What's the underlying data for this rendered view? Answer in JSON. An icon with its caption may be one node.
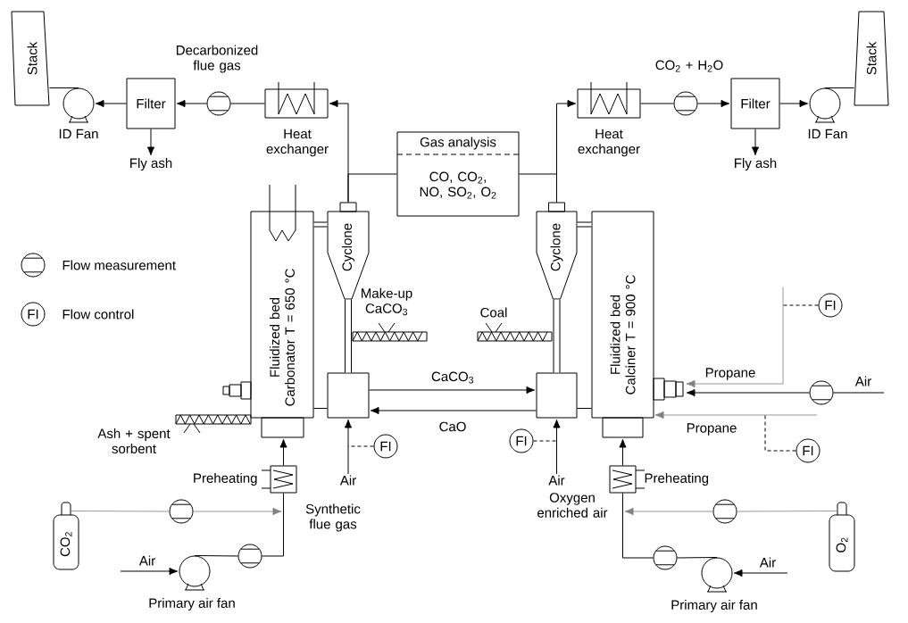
{
  "diagram": {
    "nodes": [
      {
        "text": [
          "Stack"
        ]
      },
      {
        "text": [
          "ID Fan"
        ]
      },
      {
        "text": [
          "Filter"
        ]
      },
      {
        "text": [
          "Fly ash"
        ]
      },
      {
        "text": [],
        "shape": "circle"
      },
      {
        "text": [
          "Heat exchanger"
        ]
      },
      {
        "text": [
          "Gas analysis",
          "CO, CO$_{2}$, NO, SO$_{2}$, O$_{2}$"
        ]
      },
      {
        "text": [
          "Heat exchanger"
        ]
      },
      {
        "text": [],
        "shape": "circle"
      },
      {
        "text": [
          "Filter"
        ]
      },
      {
        "text": [
          "Fly ash"
        ]
      },
      {
        "text": [
          "ID Fan"
        ]
      },
      {
        "text": [
          "Stack"
        ]
      },
      {
        "text": [
          "Fluidized bed Carbonator T = 650 °C"
        ]
      },
      {
        "text": [
          "Cyclone"
        ]
      },
      {
        "text": [],
        "shape": "box"
      },
      {
        "text": [
          "Make-up CaCO$_{3}$"
        ]
      },
      {
        "text": [
          "Coal"
        ]
      },
      {
        "text": [
          "Cyclone"
        ]
      },
      {
        "text": [],
        "shape": "box"
      },
      {
        "text": [
          "Fluidized bed Calciner T = 900 °C"
        ]
      },
      {
        "text": [
          "FI"
        ]
      },
      {
        "text": [],
        "shape": "circle"
      },
      {
        "text": [
          "Ash + spent sorbent"
        ]
      },
      {
        "text": [
          "Air"
        ]
      },
      {
        "text": [
          "FI"
        ]
      },
      {
        "text": [
          "FI"
        ]
      },
      {
        "text": [
          "Air"
        ]
      },
      {
        "text": [
          "FI"
        ]
      },
      {
        "text": [
          "Preheating"
        ]
      },
      {
        "text": [
          "CO$_{2}$"
        ]
      },
      {
        "text": [],
        "shape": "circle"
      },
      {
        "text": [
          "Primary air fan"
        ]
      },
      {
        "text": [],
        "shape": "circle"
      },
      {
        "text": [
          "Preheating"
        ]
      },
      {
        "text": [],
        "shape": "circle"
      },
      {
        "text": [
          "O$_{2}$"
        ]
      },
      {
        "text": [],
        "shape": "circle"
      },
      {
        "text": [
          "Primary air fan"
        ]
      }
    ],
    "edges": [
      {
        "from": 1,
        "to": 0,
        "arrow": "none"
      },
      {
        "from": 2,
        "to": 1,
        "arrow": "to"
      },
      {
        "from": 2,
        "to": 3,
        "arrow": "to"
      },
      {
        "from": 4,
        "to": 2,
        "arrow": "to"
      },
      {
        "from": 5,
        "to": 4,
        "arrow": "none"
      },
      {
        "from": 14,
        "to": 5,
        "arrow": "to"
      },
      {
        "from": 14,
        "to": 6,
        "arrow": "none"
      },
      {
        "from": 18,
        "to": 6,
        "arrow": "none"
      },
      {
        "from": 18,
        "to": 7,
        "arrow": "to"
      },
      {
        "from": 7,
        "to": 8,
        "arrow": "none"
      },
      {
        "from": 8,
        "to": 9,
        "arrow": "to"
      },
      {
        "from": 9,
        "to": 10,
        "arrow": "to"
      },
      {
        "from": 9,
        "to": 11,
        "arrow": "to"
      },
      {
        "from": 11,
        "to": 12,
        "arrow": "none"
      },
      {
        "from": 13,
        "to": 14,
        "arrow": "none",
        "style": "thick"
      },
      {
        "from": 14,
        "to": 15,
        "arrow": "none",
        "style": "thick"
      },
      {
        "from": 15,
        "to": 13,
        "arrow": "none"
      },
      {
        "from": 15,
        "to": 19,
        "arrow": "to",
        "label": "CaCO$_{3}$"
      },
      {
        "from": 19,
        "to": 15,
        "arrow": "to",
        "label": "CaO"
      },
      {
        "from": 20,
        "to": 18,
        "arrow": "none",
        "style": "thick"
      },
      {
        "from": 18,
        "to": 19,
        "arrow": "none",
        "style": "thick"
      },
      {
        "from": 19,
        "to": 20,
        "arrow": "none"
      },
      {
        "from": null,
        "to": 20,
        "arrow": "to",
        "label": "Propane",
        "color": "#808080"
      },
      {
        "from": 21,
        "to": null,
        "arrow": "none",
        "style": "dashed"
      },
      {
        "from": null,
        "to": 22,
        "arrow": "none",
        "label": "Air"
      },
      {
        "from": 22,
        "to": 20,
        "arrow": "to"
      },
      {
        "from": null,
        "to": 20,
        "arrow": "to",
        "label": "Propane",
        "color": "#808080"
      },
      {
        "from": 28,
        "to": null,
        "arrow": "none",
        "style": "dashed"
      },
      {
        "from": 24,
        "to": 15,
        "arrow": "to"
      },
      {
        "from": 25,
        "to": null,
        "arrow": "none",
        "style": "dashed"
      },
      {
        "from": 27,
        "to": 19,
        "arrow": "to"
      },
      {
        "from": 26,
        "to": null,
        "arrow": "none",
        "style": "dashed"
      },
      {
        "from": 29,
        "to": 13,
        "arrow": "to"
      },
      {
        "from": 30,
        "to": 31,
        "arrow": "none",
        "color": "#808080"
      },
      {
        "from": 31,
        "to": null,
        "arrow": "to",
        "color": "#808080"
      },
      {
        "from": null,
        "to": 32,
        "arrow": "to",
        "label": "Air"
      },
      {
        "from": 32,
        "to": 33,
        "arrow": "none"
      },
      {
        "from": 33,
        "to": 29,
        "arrow": "none"
      },
      {
        "from": 34,
        "to": 20,
        "arrow": "to"
      },
      {
        "from": 36,
        "to": 35,
        "arrow": "none",
        "color": "#808080"
      },
      {
        "from": 35,
        "to": null,
        "arrow": "to",
        "color": "#808080"
      },
      {
        "from": null,
        "to": 38,
        "arrow": "to",
        "label": "Air"
      },
      {
        "from": 38,
        "to": 37,
        "arrow": "none"
      },
      {
        "from": 37,
        "to": 34,
        "arrow": "none"
      }
    ],
    "labels": [
      "Decarbonized flue gas",
      "CO$_{2}$ + H$_{2}$O",
      "Synthetic flue gas",
      "Oxygen enriched air",
      "FI"
    ],
    "legend": [
      {
        "text": "Flow measurement"
      },
      {
        "text": "Flow control"
      }
    ]
  }
}
